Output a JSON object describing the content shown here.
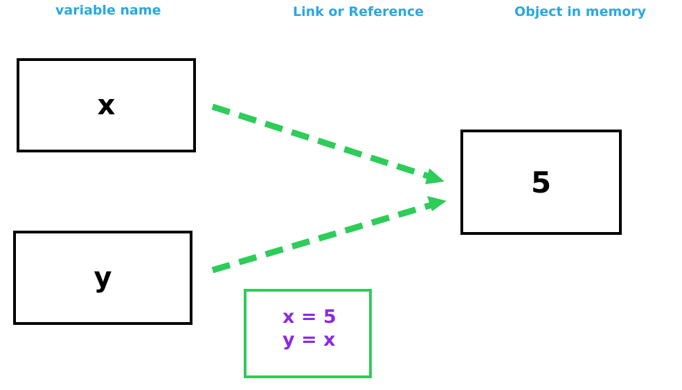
{
  "headers": {
    "variable_name": "variable name",
    "link": "Link or Reference",
    "object": "Object in memory"
  },
  "variables": {
    "x": "x",
    "y": "y"
  },
  "object_value": "5",
  "code": {
    "line1": "x = 5",
    "line2": "y = x"
  },
  "colors": {
    "header": "#29a8e0",
    "arrow": "#2ecc59",
    "code_text": "#8a2be2",
    "box_border": "#000000",
    "code_border": "#2ecc59"
  },
  "arrows": [
    {
      "from": "x",
      "to": "object"
    },
    {
      "from": "y",
      "to": "object"
    }
  ]
}
